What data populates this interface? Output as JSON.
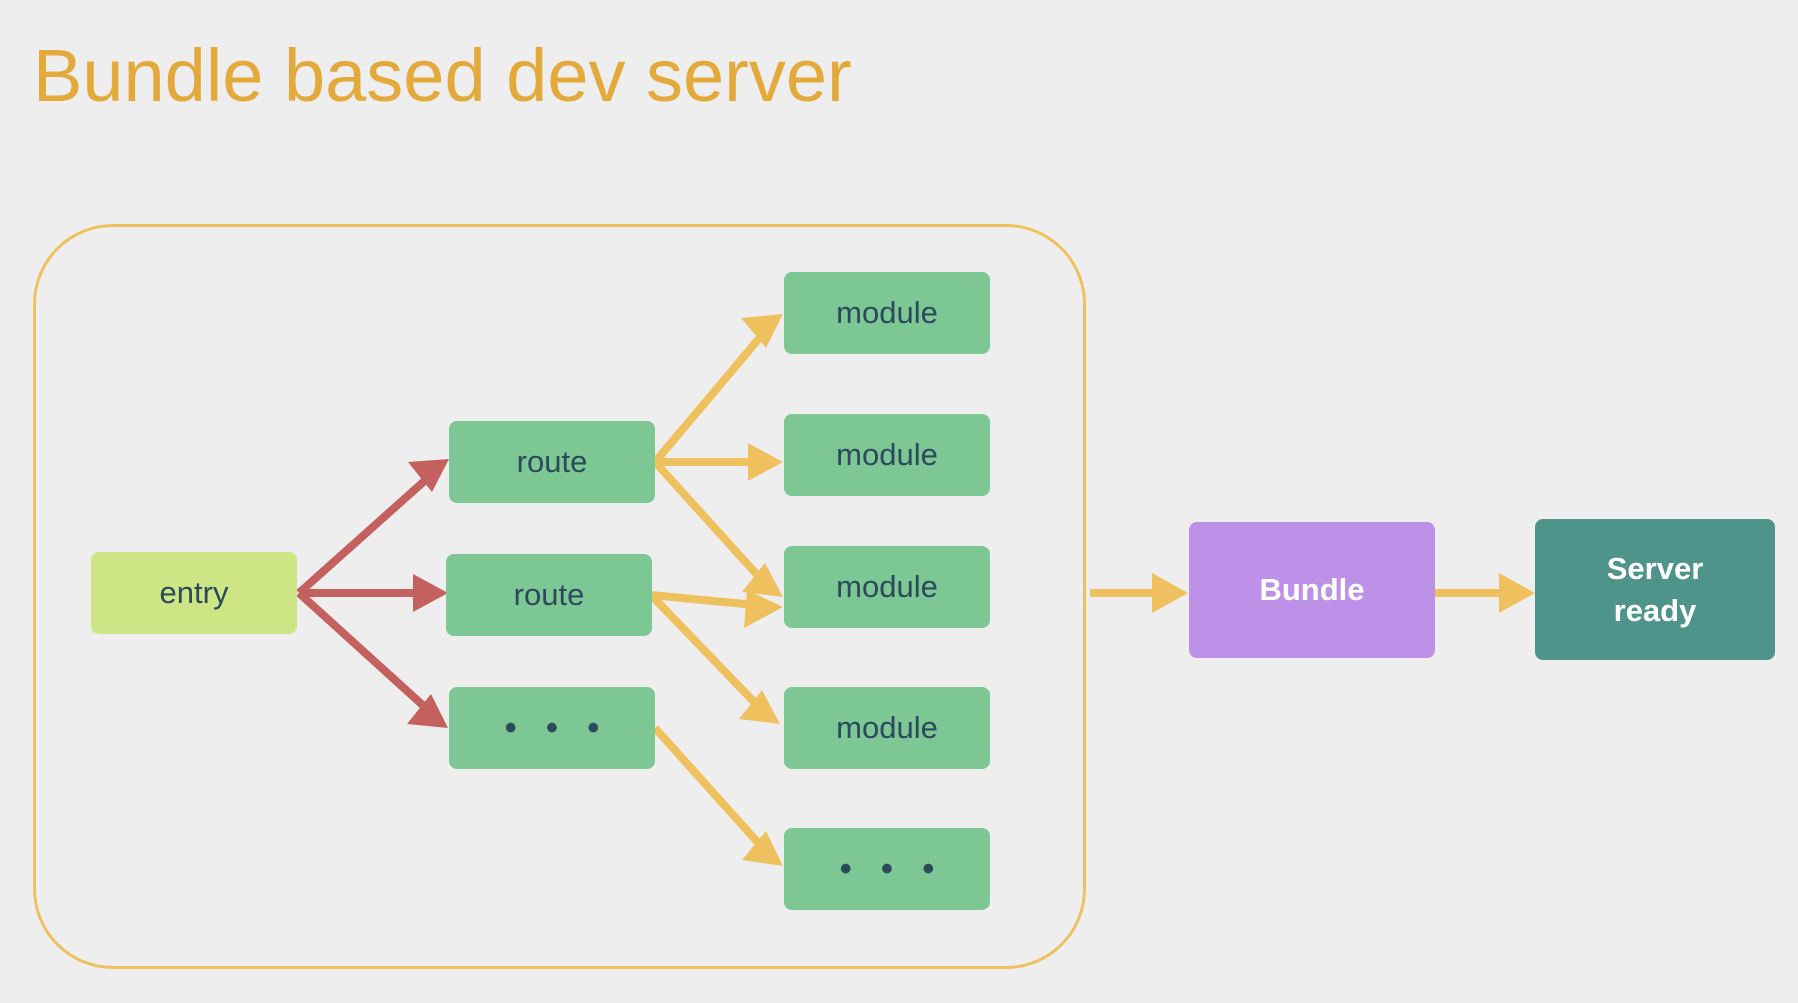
{
  "page": {
    "title": "Bundle based dev server",
    "background_color": "#eeeeee",
    "title_color": "#e3a93a"
  },
  "colors": {
    "entry_fill": "#cde585",
    "graph_node_fill": "#7dc795",
    "bundle_fill": "#bd91e8",
    "server_fill": "#4e948b",
    "node_text_dark": "#2b4a5c",
    "node_text_light": "#ffffff",
    "container_border": "#efc05e",
    "red_arrow": "#c4615e",
    "yellow_arrow": "#efc05e"
  },
  "container": {
    "name": "module-graph-group"
  },
  "nodes": {
    "entry": {
      "label": "entry"
    },
    "route_1": {
      "label": "route"
    },
    "route_2": {
      "label": "route"
    },
    "route_ellipsis": {
      "label": "• • •"
    },
    "module_1": {
      "label": "module"
    },
    "module_2": {
      "label": "module"
    },
    "module_3": {
      "label": "module"
    },
    "module_4": {
      "label": "module"
    },
    "module_ellipsis": {
      "label": "• • •"
    },
    "bundle": {
      "label": "Bundle"
    },
    "server_ready": {
      "label": "Server\nready"
    }
  },
  "edges": [
    {
      "from": "entry",
      "to": "route_1",
      "color": "#c4615e"
    },
    {
      "from": "entry",
      "to": "route_2",
      "color": "#c4615e"
    },
    {
      "from": "entry",
      "to": "route_ellipsis",
      "color": "#c4615e"
    },
    {
      "from": "route_1",
      "to": "module_1",
      "color": "#efc05e"
    },
    {
      "from": "route_1",
      "to": "module_2",
      "color": "#efc05e"
    },
    {
      "from": "route_1",
      "to": "module_3",
      "color": "#efc05e"
    },
    {
      "from": "route_2",
      "to": "module_3",
      "color": "#efc05e"
    },
    {
      "from": "route_2",
      "to": "module_4",
      "color": "#efc05e"
    },
    {
      "from": "route_ellipsis",
      "to": "module_ellipsis",
      "color": "#efc05e"
    },
    {
      "from": "module-graph-group",
      "to": "bundle",
      "color": "#efc05e"
    },
    {
      "from": "bundle",
      "to": "server_ready",
      "color": "#efc05e"
    }
  ]
}
